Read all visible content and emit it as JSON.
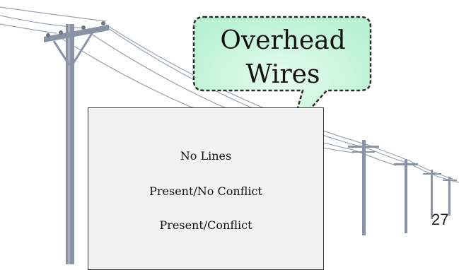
{
  "callout": {
    "line1": "Overhead",
    "line2": "Wires",
    "fill_color": "#b9f2d2",
    "border_color": "#2b2b2b"
  },
  "panel": {
    "items": [
      {
        "label": "No Lines"
      },
      {
        "label": "Present/No Conflict"
      },
      {
        "label": "Present/Conflict"
      }
    ],
    "background": "#f2f2f2"
  },
  "slide_number": "27",
  "pole_color": "#8a93a6",
  "wire_color": "#9aa3b1"
}
